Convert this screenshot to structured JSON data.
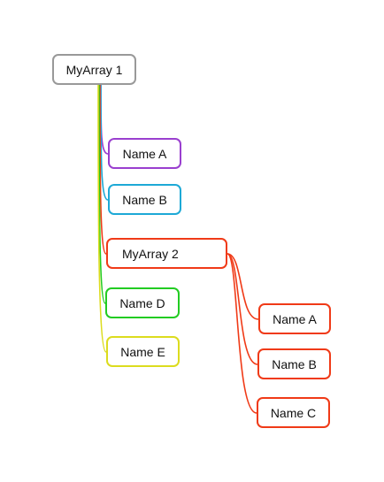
{
  "mindmap": {
    "root": {
      "label": "MyArray 1",
      "color": "#999999"
    },
    "children": [
      {
        "label": "Name A",
        "color": "#9a3fcf"
      },
      {
        "label": "Name B",
        "color": "#1da9d6"
      },
      {
        "label": "MyArray 2",
        "color": "#f03a17"
      },
      {
        "label": "Name D",
        "color": "#22cc22"
      },
      {
        "label": "Name E",
        "color": "#dcdc1e"
      }
    ],
    "sub_children": [
      {
        "label": "Name A",
        "color": "#f03a17"
      },
      {
        "label": "Name B",
        "color": "#f03a17"
      },
      {
        "label": "Name C",
        "color": "#f03a17"
      }
    ]
  }
}
